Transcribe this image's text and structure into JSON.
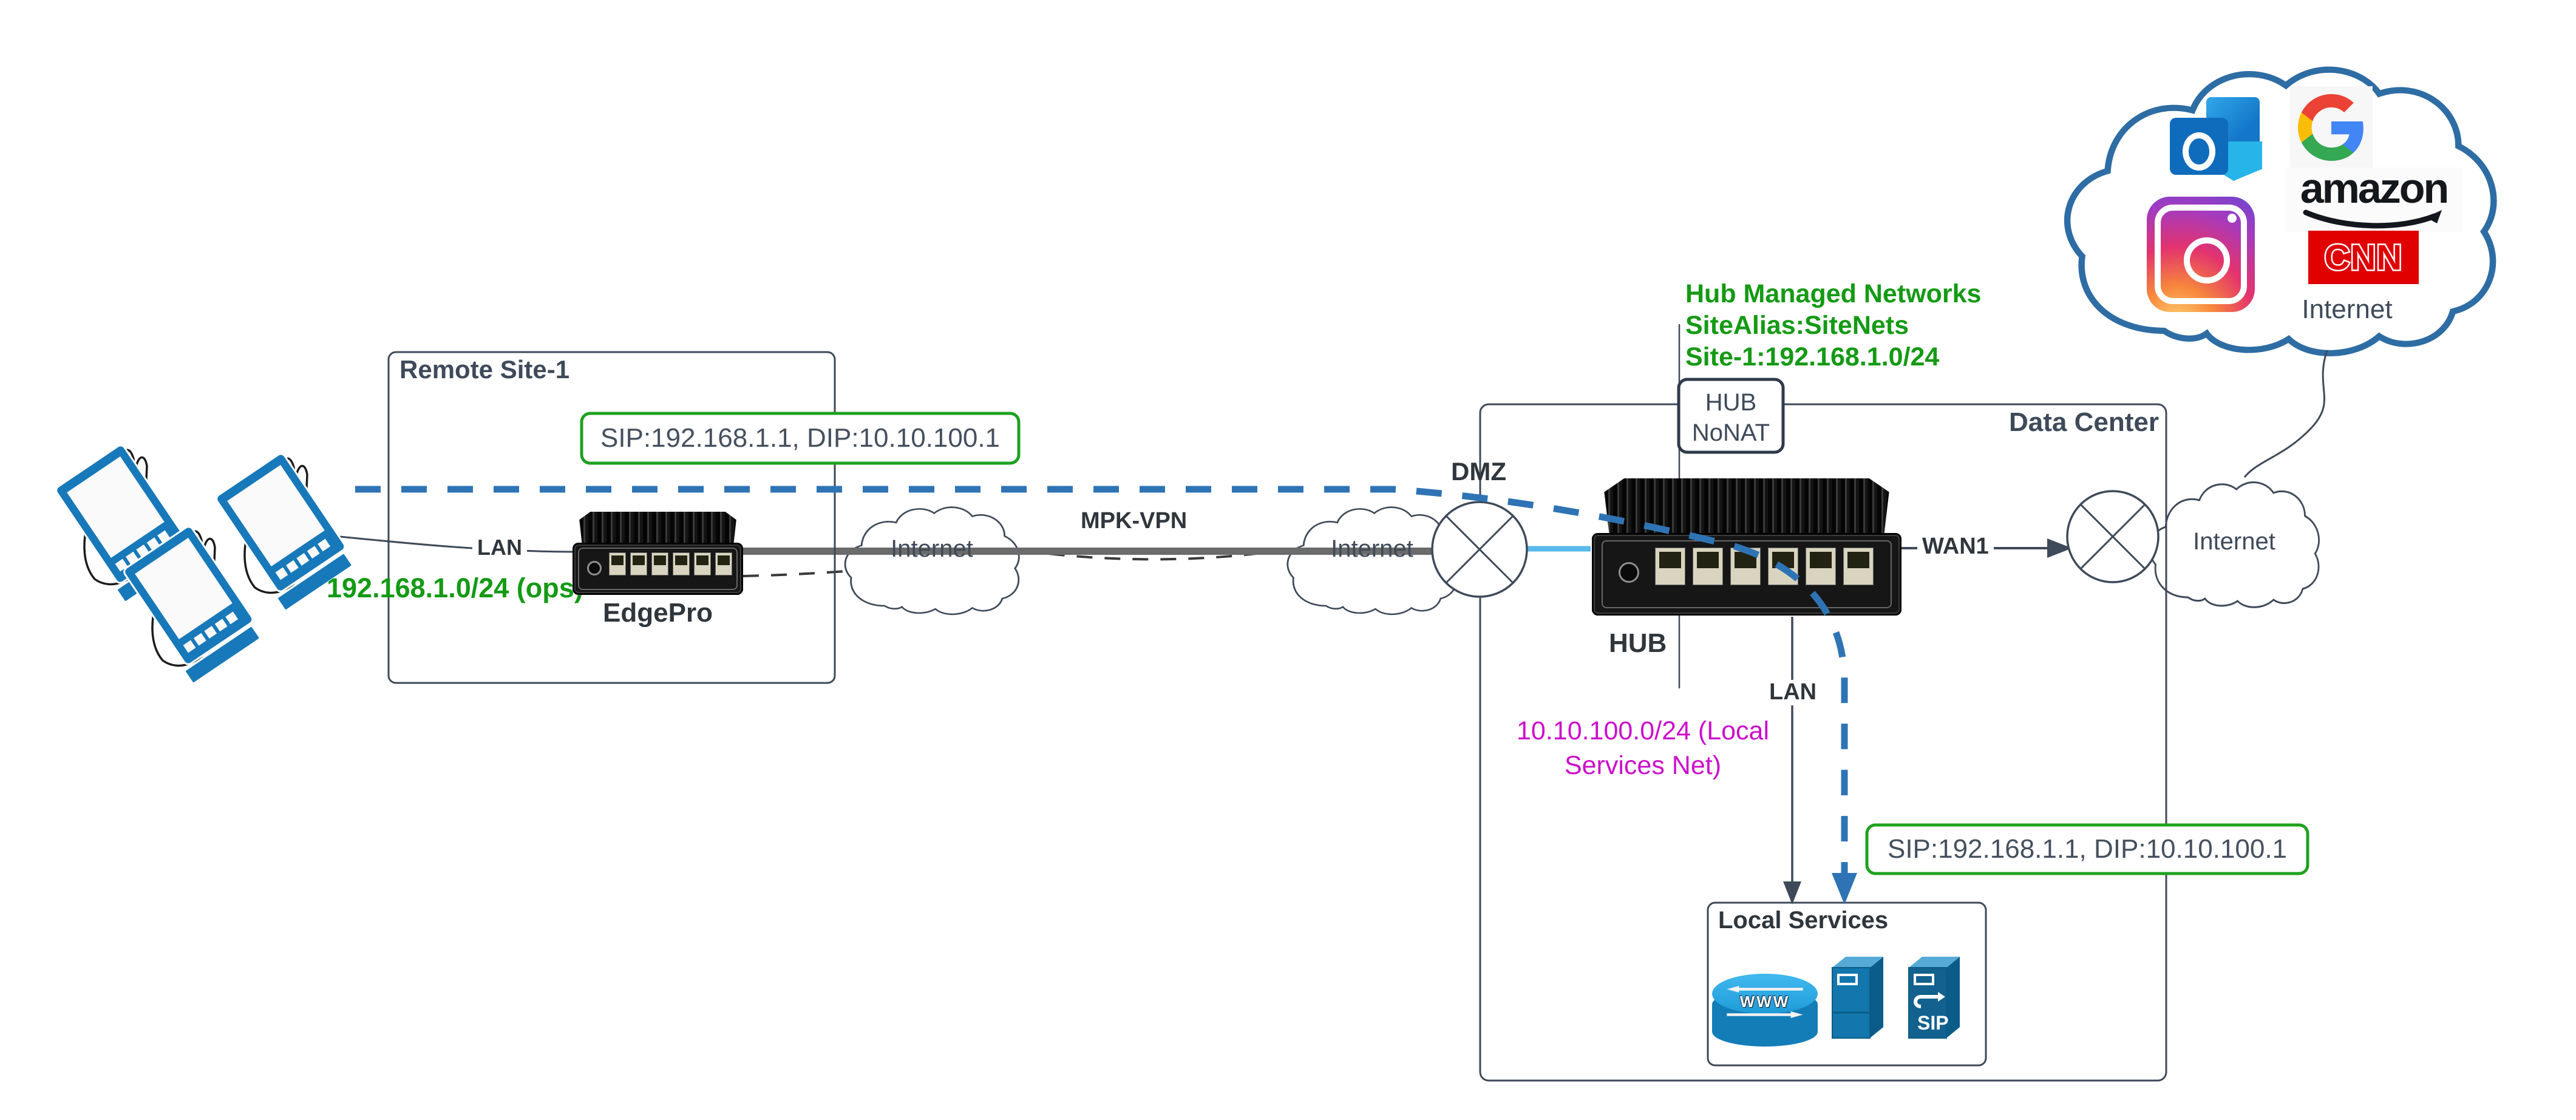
{
  "colors": {
    "slate": "#3E4A59",
    "green_border": "#1FA11F",
    "green_text": "#149A14",
    "magenta": "#CB0FCB",
    "blue_dash": "#2E74B5",
    "light_blue": "#59B9E8",
    "gray_line": "#6B6B6B",
    "phone_blue": "#1779B9",
    "service_blue": "#1377AE",
    "cloud_blue": "#2E6DA4",
    "cnn_red": "#E00000"
  },
  "remote_site": {
    "title": "Remote Site-1",
    "annotation": "SIP:192.168.1.1, DIP:10.10.100.1",
    "lan_label": "LAN",
    "network_label": "192.168.1.0/24 (ops)",
    "device_label": "EdgePro"
  },
  "wan": {
    "internet_left": "Internet",
    "internet_right": "Internet",
    "vpn_label": "MPK-VPN",
    "dmz_label": "DMZ"
  },
  "data_center": {
    "title": "Data Center",
    "hub_managed_lines": [
      "Hub Managed Networks",
      "SiteAlias:SiteNets",
      "Site-1:192.168.1.0/24"
    ],
    "hub_nonat": [
      "HUB",
      "NoNAT"
    ],
    "hub_label": "HUB",
    "wan1_label": "WAN1",
    "lan_label": "LAN",
    "local_net_lines": [
      "10.10.100.0/24 (Local",
      "Services Net)"
    ],
    "annotation": "SIP:192.168.1.1, DIP:10.10.100.1",
    "internet_label": "Internet"
  },
  "local_services": {
    "title": "Local Services",
    "www_label": "WWW",
    "sip_label": "SIP"
  },
  "internet_cloud": {
    "label": "Internet",
    "amazon": "amazon",
    "cnn": "CNN"
  }
}
